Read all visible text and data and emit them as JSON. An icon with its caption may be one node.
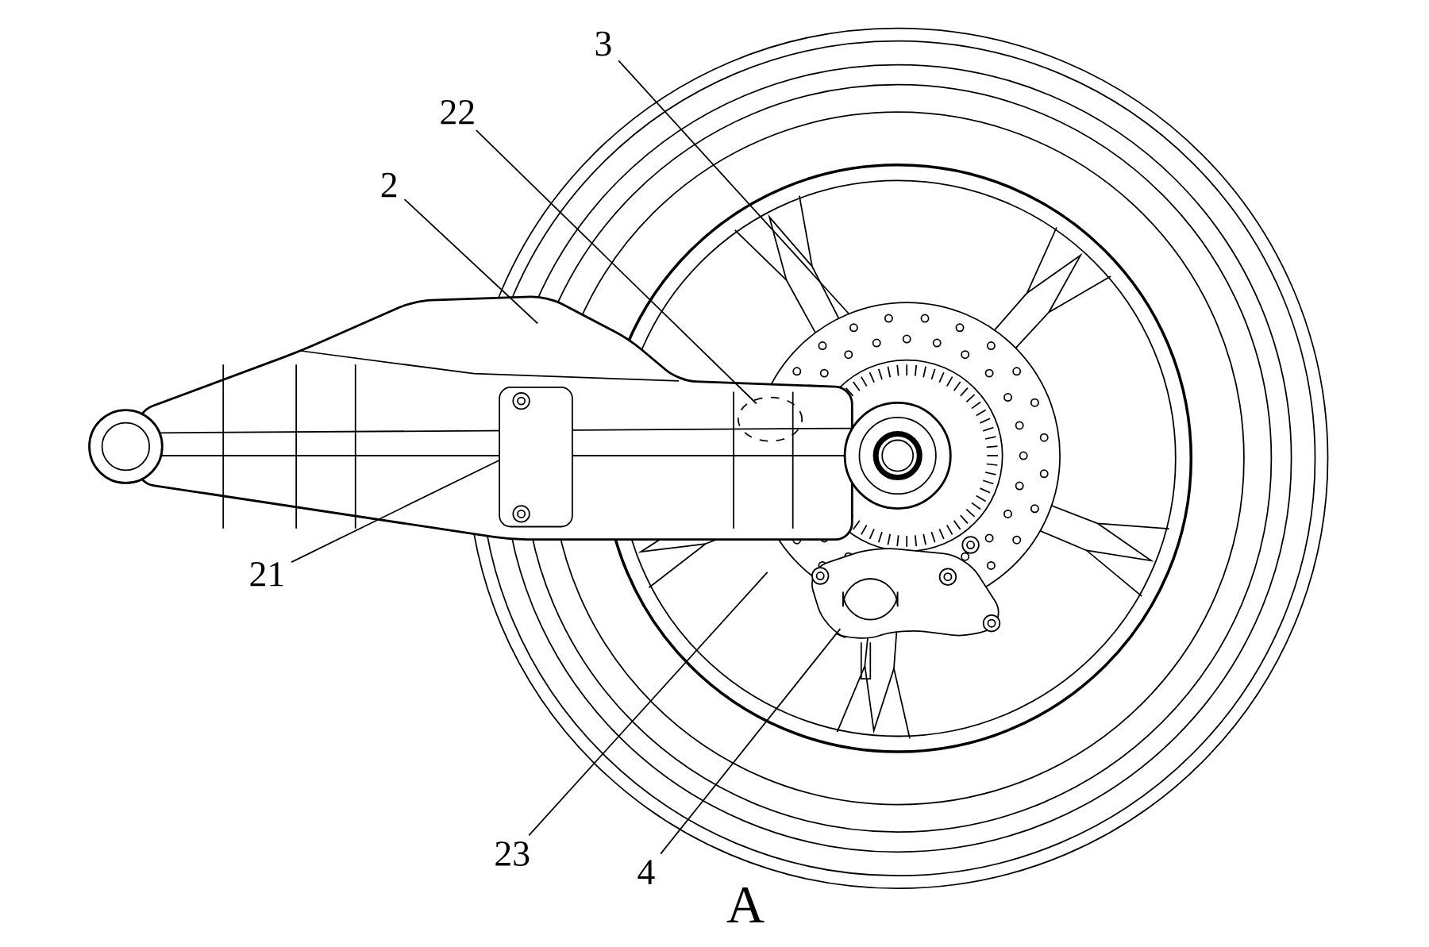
{
  "diagram": {
    "nodes": [
      {
        "text": [
          "3"
        ]
      },
      {
        "text": [
          "22"
        ]
      },
      {
        "text": [
          "2"
        ]
      },
      {
        "text": [
          "21"
        ]
      },
      {
        "text": [
          "23"
        ]
      },
      {
        "text": [
          "4"
        ]
      }
    ],
    "edges": [
      {
        "from": 0,
        "to": null,
        "arrow": "none"
      },
      {
        "from": 1,
        "to": null,
        "arrow": "none"
      },
      {
        "from": 2,
        "to": null,
        "arrow": "none"
      },
      {
        "from": 3,
        "to": null,
        "arrow": "none"
      },
      {
        "from": 4,
        "to": null,
        "arrow": "none"
      },
      {
        "from": 5,
        "to": null,
        "arrow": "none"
      }
    ],
    "labels": [
      "A"
    ]
  }
}
